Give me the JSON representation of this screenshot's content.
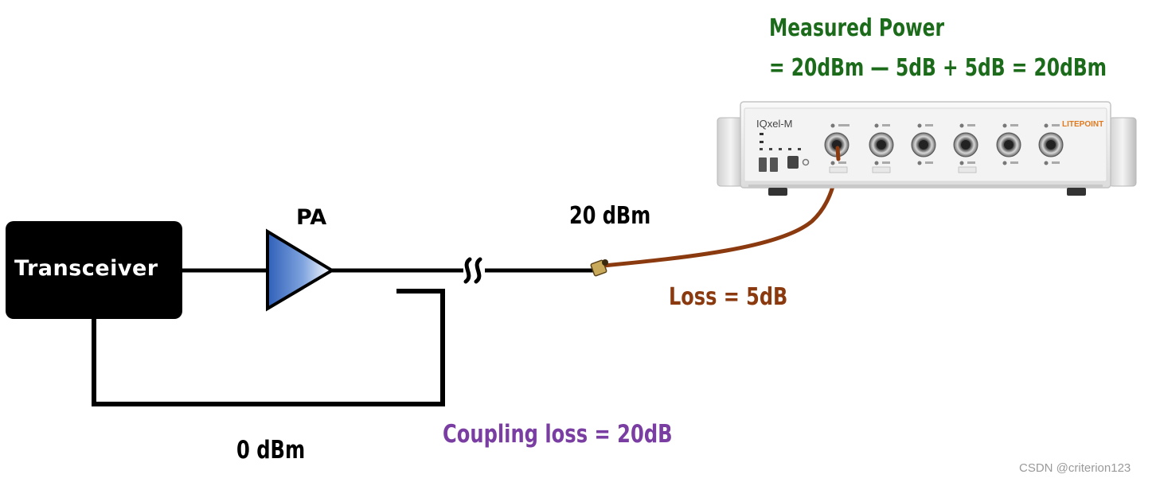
{
  "annotations": {
    "measured_title": "Measured Power",
    "measured_formula": "= 20dBm — 5dB + 5dB = 20dBm",
    "output_power": "20 dBm",
    "cable_loss": "Loss = 5dB",
    "coupling_loss": "Coupling loss = 20dB",
    "feedback_power": "0 dBm"
  },
  "blocks": {
    "transceiver": "Transceiver",
    "amplifier": "PA"
  },
  "instrument": {
    "model": "IQxel-M",
    "brand": "LITEPOINT"
  },
  "watermark": "CSDN @criterion123",
  "colors": {
    "measured_text": "#1b6b1b",
    "cable": "#8b3a0f",
    "coupling_text": "#7a3ea3",
    "amplifier_fill": "#3d6fc4",
    "brand": "#e07a1f"
  }
}
